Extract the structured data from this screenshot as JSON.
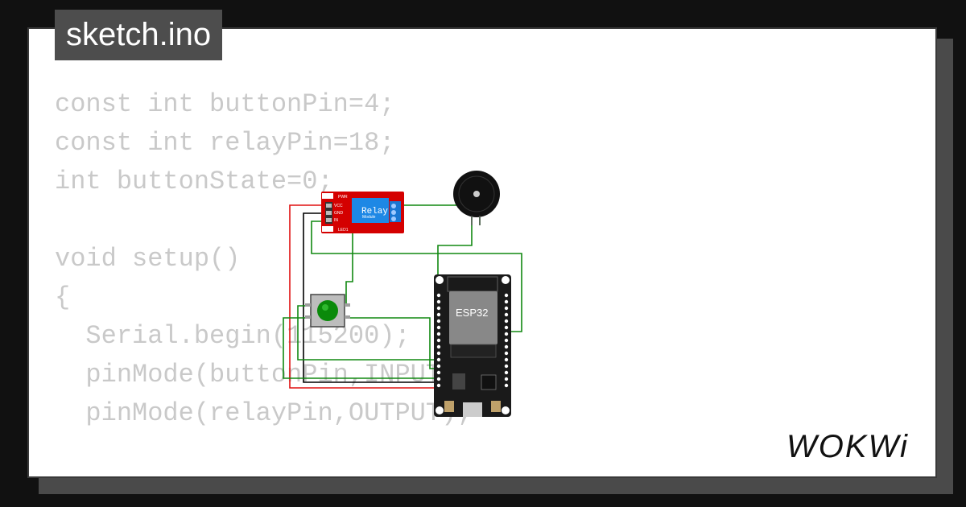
{
  "editor": {
    "filename": "sketch.ino",
    "code_lines": [
      "const int buttonPin=4;",
      "const int relayPin=18;",
      "int buttonState=0;",
      "",
      "void setup()",
      "{",
      "  Serial.begin(115200);",
      "  pinMode(buttonPin,INPUT);",
      "  pinMode(relayPin,OUTPUT);",
      "",
      "}"
    ]
  },
  "circuit": {
    "relay_module": {
      "title": "Relay",
      "subtitle": "Module",
      "pins": [
        "VCC",
        "GND",
        "IN"
      ],
      "labels": [
        "PWR",
        "LED1"
      ],
      "color": "#d40000"
    },
    "mcu": {
      "label": "ESP32",
      "board_color": "#1a1a1a"
    },
    "pushbutton": {
      "cap_color": "#0a8a0a"
    },
    "buzzer": {
      "color": "#111111"
    },
    "wire_colors": {
      "power": "#e01010",
      "ground": "#000000",
      "signal": "#118811"
    }
  },
  "brand": {
    "name": "WOKWi"
  },
  "theme": {
    "background": "#111111",
    "card": "#ffffff",
    "code_text": "#c9c9c9"
  }
}
